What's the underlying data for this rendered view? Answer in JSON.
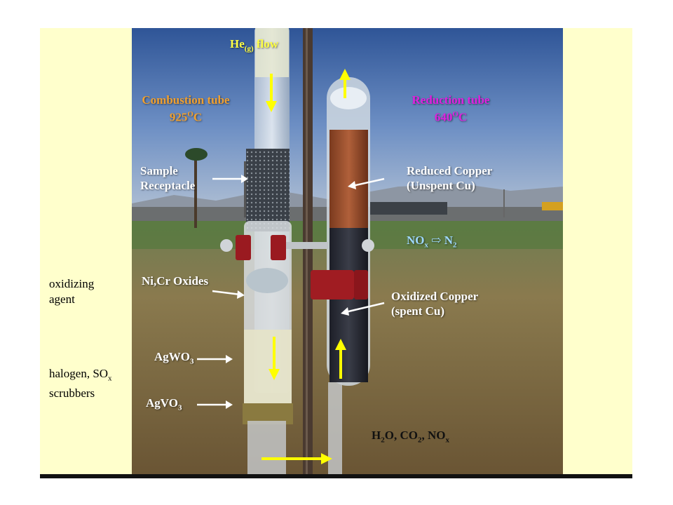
{
  "side_labels": {
    "oxidizing": "oxidizing\nagent",
    "halogen_prefix": "halogen, SO",
    "halogen_sub": "x",
    "halogen_suffix": "scrubbers"
  },
  "labels": {
    "he_main": "He",
    "he_sub": "(g)",
    "he_suffix": " flow",
    "combustion_line1": "Combustion tube",
    "combustion_temp": "925",
    "combustion_sup": "O",
    "combustion_unit": "C",
    "reduction_line1": "Reduction tube",
    "reduction_temp": "640",
    "reduction_sup": "O",
    "reduction_unit": "C",
    "sample_line1": "Sample",
    "sample_line2": "Receptacle",
    "reduced_line1": "Reduced Copper",
    "reduced_line2": "(Unspent Cu)",
    "nox_main": "NO",
    "nox_sub": "x",
    "nox_arrow": " ⇨ N",
    "nox_n2_sub": "2",
    "nicr": "Ni,Cr Oxides",
    "oxidized_line1": "Oxidized Copper",
    "oxidized_line2": "(spent Cu)",
    "agwo_main": "AgWO",
    "agwo_sub": "3",
    "agvo_main": "AgVO",
    "agvo_sub": "3",
    "products_h2o": "H",
    "products_h2o_sub": "2",
    "products_o": "O, CO",
    "products_co2_sub": "2",
    "products_no": ", NO",
    "products_nox_sub": "x"
  },
  "colors": {
    "slide_bg": "#ffffcc",
    "orange": "#f0a030",
    "magenta": "#e020e0",
    "yellow_arrow": "#ffff00",
    "blue_text": "#9ed8ff",
    "sky_top": "#3a5f9e",
    "grass": "#7a6a3a"
  }
}
